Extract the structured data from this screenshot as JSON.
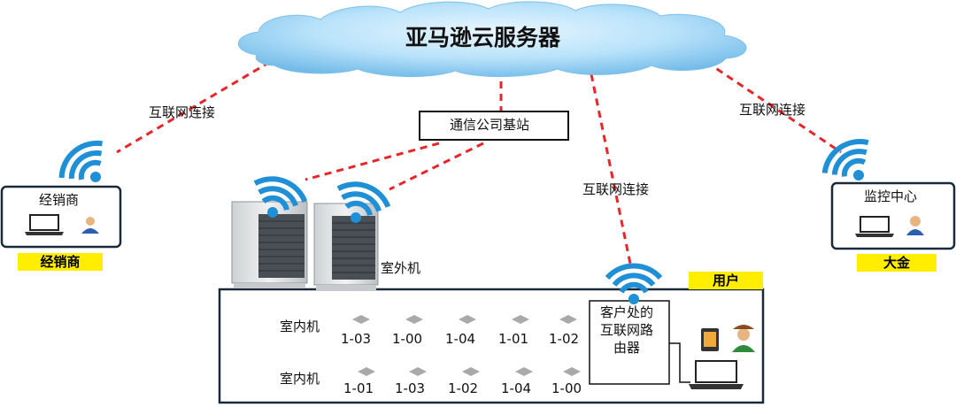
{
  "cloud": {
    "label": "亚马逊云服务器"
  },
  "links": {
    "internet_left": "互联网连接",
    "internet_right": "互联网连接",
    "internet_router": "互联网连接"
  },
  "base_station": {
    "label": "通信公司基站"
  },
  "dealer": {
    "box_label": "经销商",
    "tag": "经销商"
  },
  "monitor": {
    "box_label": "监控中心",
    "tag": "大金"
  },
  "outdoor": {
    "label": "室外机"
  },
  "user": {
    "tag": "用户",
    "router_label": [
      "客户处的",
      "互联网路",
      "由器"
    ],
    "indoor_rows": [
      {
        "label": "室内机",
        "units": [
          "1-03",
          "1-00",
          "1-04",
          "1-01",
          "1-02"
        ]
      },
      {
        "label": "室内机",
        "units": [
          "1-01",
          "1-03",
          "1-02",
          "1-04",
          "1-00"
        ]
      }
    ]
  },
  "colors": {
    "link_red": "#e8262a",
    "cloud_fill": "#9fd3f3",
    "wifi_blue": "#1f8fd6",
    "highlight": "#ffee00",
    "box_border": "#1b2a3a"
  }
}
